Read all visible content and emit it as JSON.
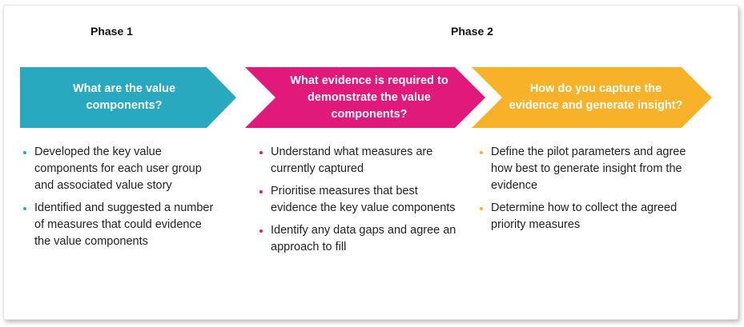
{
  "phases": {
    "phase1_label": "Phase 1",
    "phase2_label": "Phase 2"
  },
  "colors": {
    "teal": "#29a9c0",
    "magenta": "#e0197b",
    "amber": "#f8b22a"
  },
  "steps": [
    {
      "question": "What are the value components?",
      "bullets": [
        "Developed the key value components for each user group and associated value story",
        "Identified and suggested a number of measures that could evidence the value components"
      ]
    },
    {
      "question": "What evidence is required to demonstrate the value components?",
      "bullets": [
        "Understand what measures are currently captured",
        "Prioritise measures that best evidence the key value components",
        "Identify any data gaps and agree an approach to fill"
      ]
    },
    {
      "question": "How do you capture the evidence and generate insight?",
      "bullets": [
        "Define the pilot parameters and agree how best to generate insight from the evidence",
        "Determine how to collect the agreed priority measures"
      ]
    }
  ]
}
